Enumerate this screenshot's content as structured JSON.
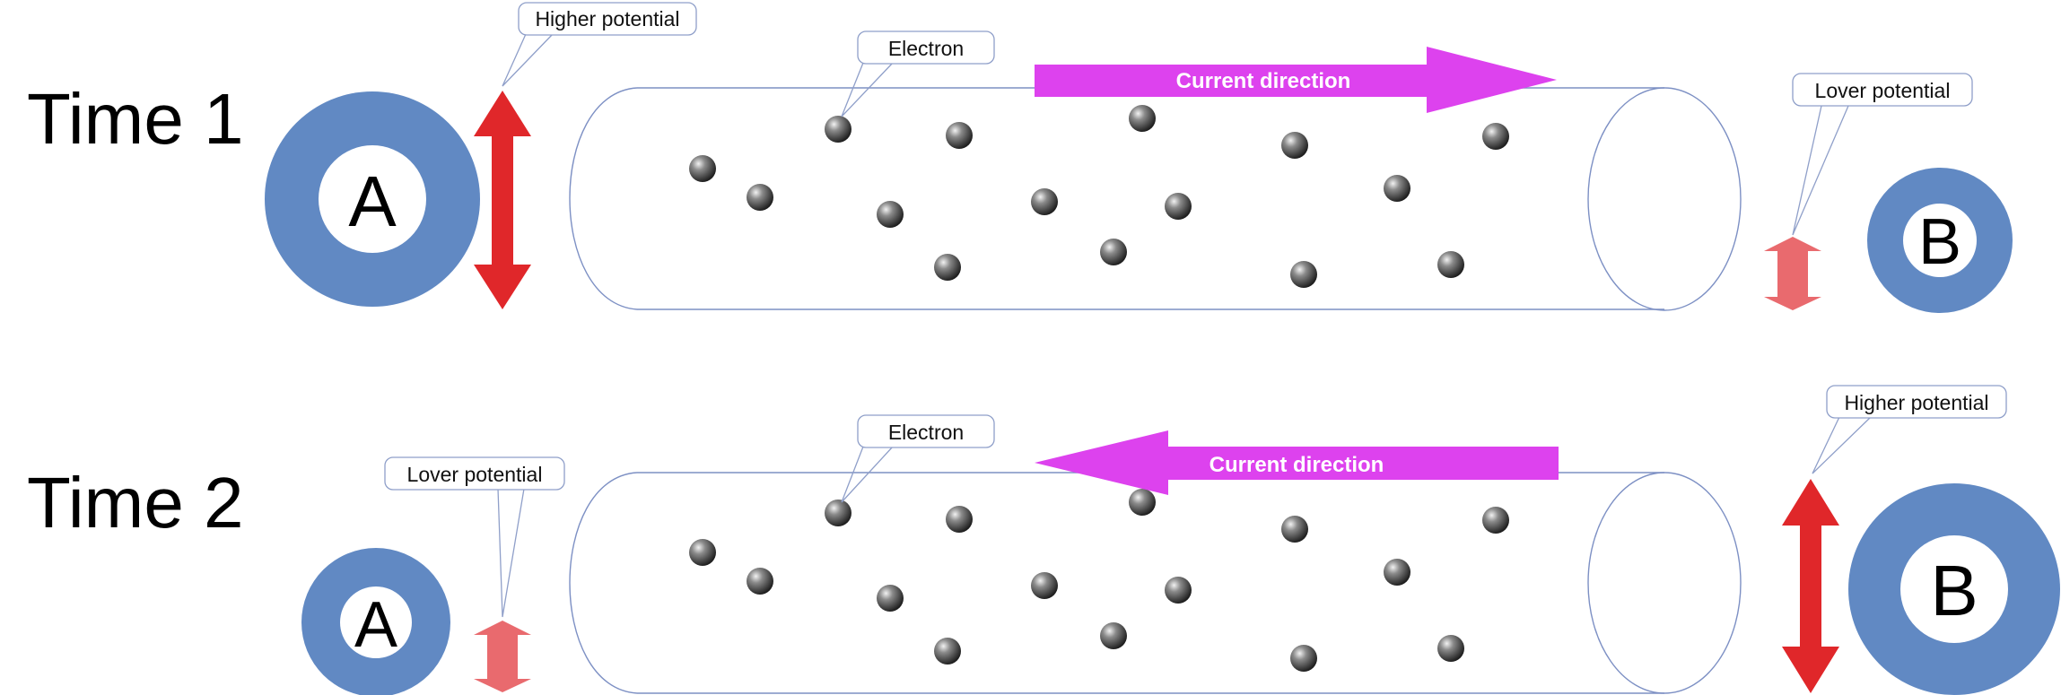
{
  "colors": {
    "ring": "#6189c3",
    "strong_potential_arrow": "#e0272a",
    "weak_potential_arrow": "#e96a6e",
    "current_arrow": "#dd42ee",
    "electron": "#555555"
  },
  "panels": [
    {
      "time_label": "Time 1",
      "nodes": {
        "left": "A",
        "right": "B"
      },
      "left_callout": "Higher potential",
      "right_callout": "Lover potential",
      "electron_callout": "Electron",
      "current_label": "Current direction",
      "current_points": "right",
      "higher_potential_side": "left"
    },
    {
      "time_label": "Time 2",
      "nodes": {
        "left": "A",
        "right": "B"
      },
      "left_callout": "Lover potential",
      "right_callout": "Higher potential",
      "electron_callout": "Electron",
      "current_label": "Current direction",
      "current_points": "left",
      "higher_potential_side": "right"
    }
  ]
}
